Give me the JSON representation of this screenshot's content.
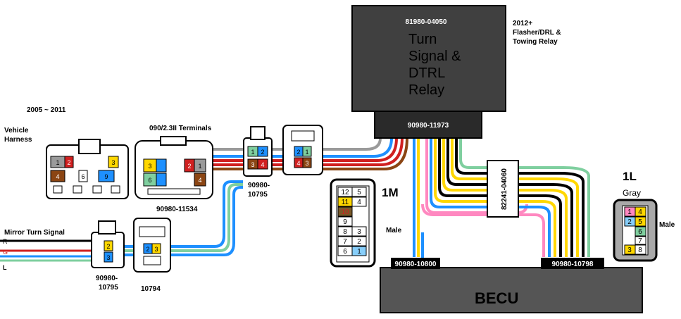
{
  "relay": {
    "part_number": "81980-04050",
    "title_lines": [
      "Turn",
      "Signal &",
      "DTRL",
      "Relay"
    ],
    "connector": "90980-11973",
    "side_label_lines": [
      "2012+",
      "Flasher/DRL &",
      "Towing Relay"
    ]
  },
  "left": {
    "years": "2005 ~ 2011",
    "vehicle_harness_lines": [
      "Vehicle",
      "Harness"
    ],
    "terminals_label": "090/2.3II Terminals",
    "conn_11534": "90980-11534",
    "conn_10795_top_lines": [
      "90980-",
      "10795"
    ],
    "mirror_label": "Mirror Turn Signal",
    "mirror_wires": [
      "R",
      "G",
      "L"
    ],
    "conn_10795_bottom_lines": [
      "90980-",
      "10795"
    ],
    "conn_10794": "10794"
  },
  "harness_pins": {
    "vehicle": [
      "1",
      "2",
      "3",
      "4",
      "6",
      "9"
    ],
    "c11534": [
      "3",
      "2",
      "1",
      "6",
      "4"
    ],
    "c10795_top": [
      "1",
      "2",
      "3",
      "4"
    ],
    "c10795_mate": [
      "2",
      "1",
      "4",
      "3"
    ],
    "mirror_a": [
      "2",
      "3"
    ],
    "mirror_b": [
      "2",
      "3"
    ]
  },
  "connector_1m": {
    "name": "1M",
    "gender": "Male",
    "pins": [
      "12",
      "5",
      "11",
      "4",
      "10",
      "9",
      "8",
      "3",
      "7",
      "2",
      "6",
      "1"
    ],
    "part": "90980-10800"
  },
  "connector_1l": {
    "name": "1L",
    "color": "Gray",
    "gender": "Male",
    "pins": [
      "1",
      "4",
      "2",
      "5",
      "6",
      "7",
      "3",
      "8"
    ],
    "part": "90980-10798"
  },
  "splice_label": "82241-04060",
  "becu_label": "BECU",
  "colors": {
    "relay_body": "#404040",
    "relay_connector": "#2a2a2a",
    "becu_body": "#555555",
    "wire_blue": "#1e90ff",
    "wire_yellow": "#ffd700",
    "wire_pink": "#ff88c0",
    "wire_green": "#7fcf9f",
    "wire_gray": "#9a9a9a",
    "wire_red": "#d02020",
    "wire_brown": "#8b4513"
  }
}
